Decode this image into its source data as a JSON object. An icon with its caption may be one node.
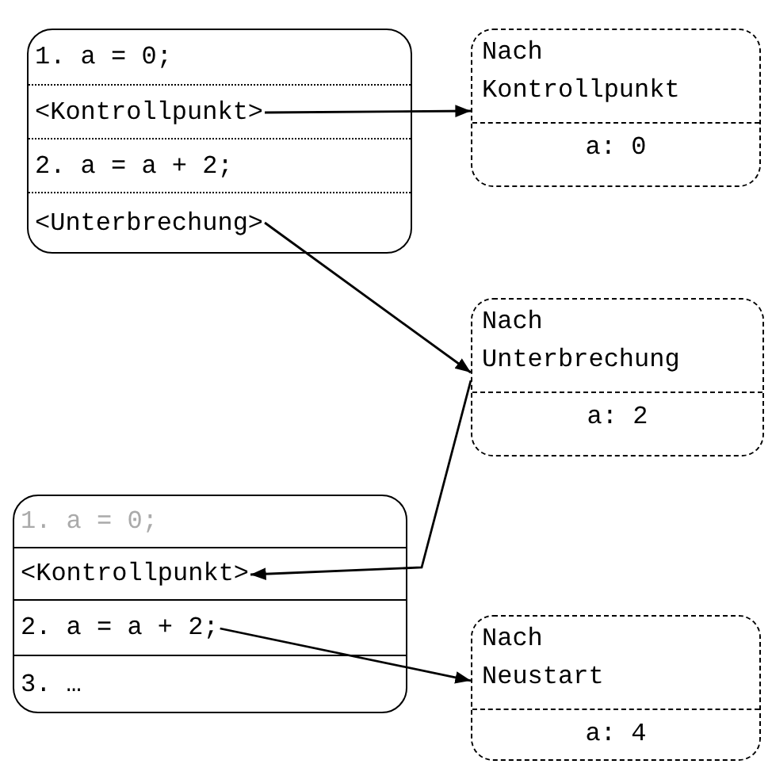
{
  "diagram": {
    "nodes": [
      {
        "text": [],
        "shape": "box"
      },
      {
        "text": [
          "1. a = 0;"
        ],
        "in": 0
      },
      {
        "text": [
          "<Kontrollpunkt>"
        ],
        "in": 0
      },
      {
        "text": [
          "2. a = a + 2;"
        ],
        "in": 0
      },
      {
        "text": [
          "<Unterbrechung>"
        ],
        "in": 0
      },
      {
        "text": [
          "Nach Kontrollpunkt",
          "a: 0"
        ]
      },
      {
        "text": [
          "Nach Unterbrechung",
          "a: 2"
        ]
      },
      {
        "text": [],
        "shape": "box"
      },
      {
        "text": [
          "1. a = 0;"
        ],
        "in": 7
      },
      {
        "text": [
          "<Kontrollpunkt>"
        ],
        "in": 7
      },
      {
        "text": [
          "2. a = a + 2;"
        ],
        "in": 7
      },
      {
        "text": [
          "3. …"
        ],
        "in": 7
      },
      {
        "text": [
          "Nach Neustart",
          "a: 4"
        ]
      }
    ],
    "edges": [
      {
        "from": 2,
        "to": 5,
        "arrow": "to"
      },
      {
        "from": 4,
        "to": 6,
        "arrow": "to"
      },
      {
        "from": 6,
        "to": 9,
        "arrow": "to"
      },
      {
        "from": 10,
        "to": 12,
        "arrow": "to"
      }
    ]
  }
}
